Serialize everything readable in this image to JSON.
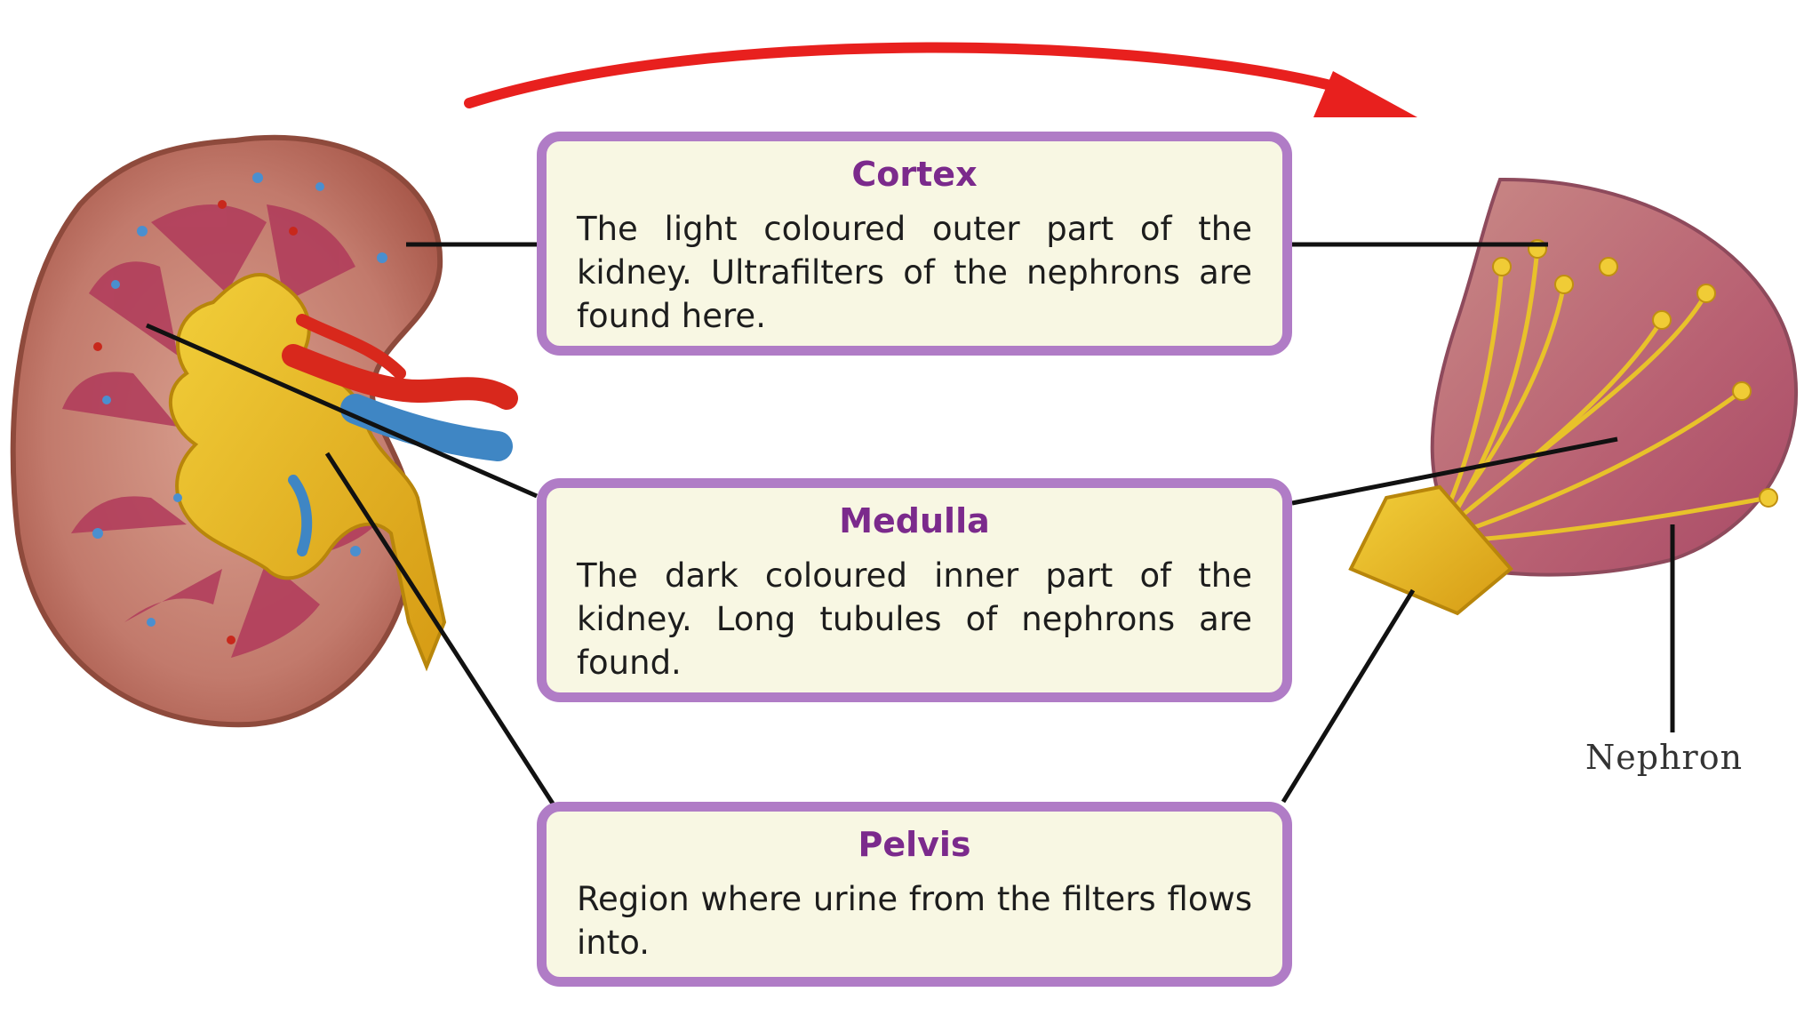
{
  "boxes": {
    "cortex": {
      "title": "Cortex",
      "text": "The light coloured outer part of the kidney. Ultrafilters of the nephrons are found here."
    },
    "medulla": {
      "title": "Medulla",
      "text": "The dark coloured inner part of the kidney. Long tubules of nephrons are found."
    },
    "pelvis": {
      "title": "Pelvis",
      "text": "Region where urine from the filters flows into."
    }
  },
  "labels": {
    "nephron": "Nephron"
  },
  "colors": {
    "box_fill": "#f8f7e3",
    "box_border": "#b07cc6",
    "title_text": "#7b2a8c",
    "arrow": "#e8201e",
    "kidney_cortex": "#c27a6c",
    "kidney_medulla": "#b03a5a",
    "pelvis": "#e8b820",
    "artery": "#d8281c",
    "vein": "#3f86c4"
  }
}
